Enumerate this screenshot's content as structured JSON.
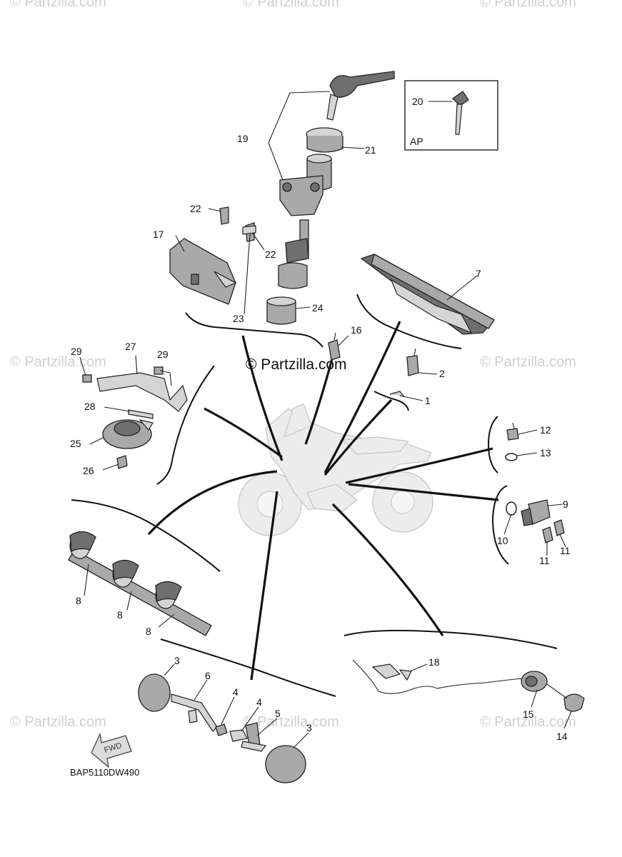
{
  "watermarks": [
    "© Partzilla.com",
    "© Partzilla.com",
    "© Partzilla.com",
    "© Partzilla.com",
    "© Partzilla.com",
    "© Partzilla.com",
    "© Partzilla.com",
    "© Partzilla.com"
  ],
  "center_watermark": "© Partzilla.com",
  "inset_label": "AP",
  "diagram_code": "BAP5110DW490",
  "fwd_label": "FWD",
  "callouts": [
    "20",
    "19",
    "21",
    "22",
    "22",
    "17",
    "7",
    "23",
    "24",
    "16",
    "29",
    "27",
    "29",
    "2",
    "1",
    "28",
    "25",
    "26",
    "12",
    "13",
    "9",
    "10",
    "11",
    "11",
    "8",
    "8",
    "8",
    "18",
    "3",
    "6",
    "4",
    "4",
    "5",
    "3",
    "15",
    "14"
  ]
}
